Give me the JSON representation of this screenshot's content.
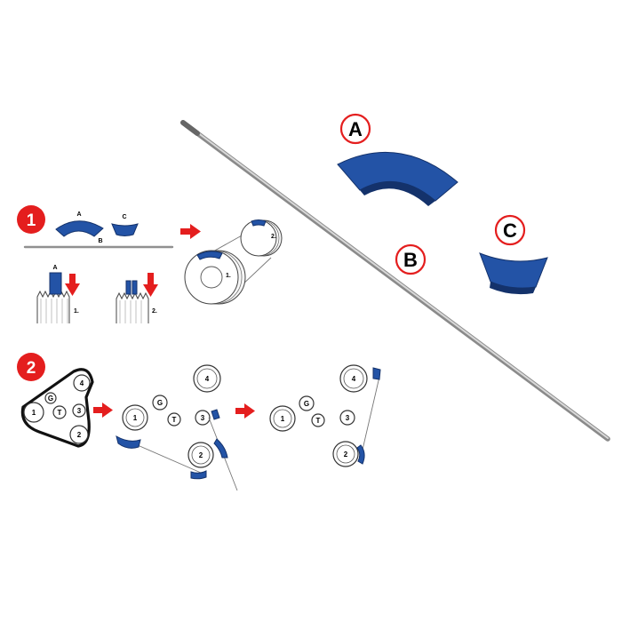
{
  "callouts": {
    "a": "A",
    "b": "B",
    "c": "C"
  },
  "steps": {
    "one": "1",
    "two": "2"
  },
  "step1": {
    "tool_a": "A",
    "tool_b": "B",
    "tool_c": "C",
    "mini_a": "A",
    "sub1": "1.",
    "sub2": "2.",
    "wheel1": "1.",
    "wheel2": "2."
  },
  "step2": {
    "diagram1": {
      "p1": "1",
      "p2": "2",
      "p3": "3",
      "p4": "4",
      "g": "G",
      "t": "T"
    },
    "diagram2": {
      "p1": "1",
      "p2": "2",
      "p3": "3",
      "p4": "4",
      "g": "G",
      "t": "T"
    },
    "diagram3": {
      "p1": "1",
      "p2": "2",
      "p3": "3",
      "p4": "4",
      "g": "G",
      "t": "T"
    }
  },
  "colors": {
    "tool_blue": "#2353a6",
    "arrow_red": "#e41e1e",
    "rod_silver": "#b8b8b8"
  }
}
